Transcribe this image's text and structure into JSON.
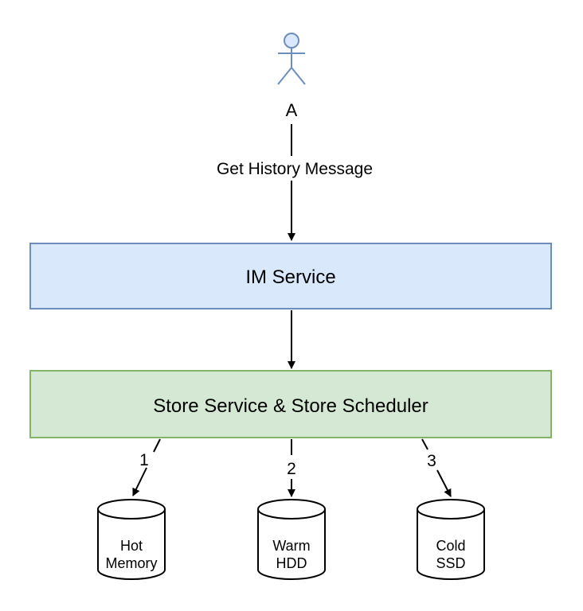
{
  "actor": {
    "label": "A",
    "icon": "person-icon"
  },
  "edges": {
    "request_label": "Get History Message",
    "tier_labels": [
      "1",
      "2",
      "3"
    ]
  },
  "boxes": {
    "im_service": {
      "label": "IM Service"
    },
    "store_service": {
      "label": "Store Service & Store Scheduler"
    }
  },
  "storage": [
    {
      "line1": "Hot",
      "line2": "Memory"
    },
    {
      "line1": "Warm",
      "line2": "HDD"
    },
    {
      "line1": "Cold",
      "line2": "SSD"
    }
  ],
  "colors": {
    "actor_fill": "#dae8fc",
    "actor_stroke": "#6c8ebf",
    "im_service_fill": "#dae8fc",
    "im_service_stroke": "#6c8ebf",
    "store_fill": "#d5e8d4",
    "store_stroke": "#82b366",
    "line": "#000000"
  }
}
